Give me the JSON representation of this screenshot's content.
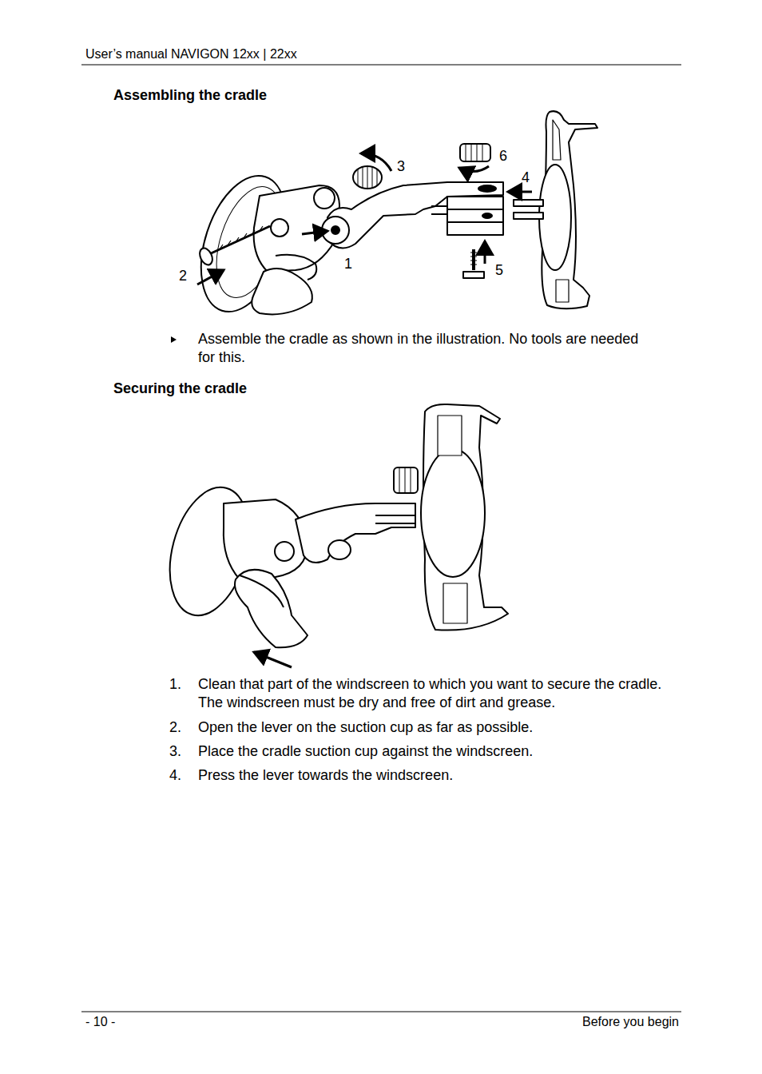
{
  "diagram": {
    "labels": [
      "User’s manual NAVIGON 12xx | 22xx",
      "Assembling the cradle",
      "6",
      "3",
      "4",
      "1",
      "5",
      "2",
      "Assemble the cradle as shown in the illustration. No tools are needed for this.",
      "Securing the cradle",
      "1.",
      "Clean that part of the windscreen to which you want to secure the cradle. The windscreen must be dry and free of dirt and grease.",
      "2.",
      "Open the lever on the suction cup as far as possible.",
      "3.",
      "Place the cradle suction cup against the windscreen.",
      "4.",
      "Press the lever towards the windscreen.",
      "- 10 -",
      "Before you begin"
    ]
  }
}
